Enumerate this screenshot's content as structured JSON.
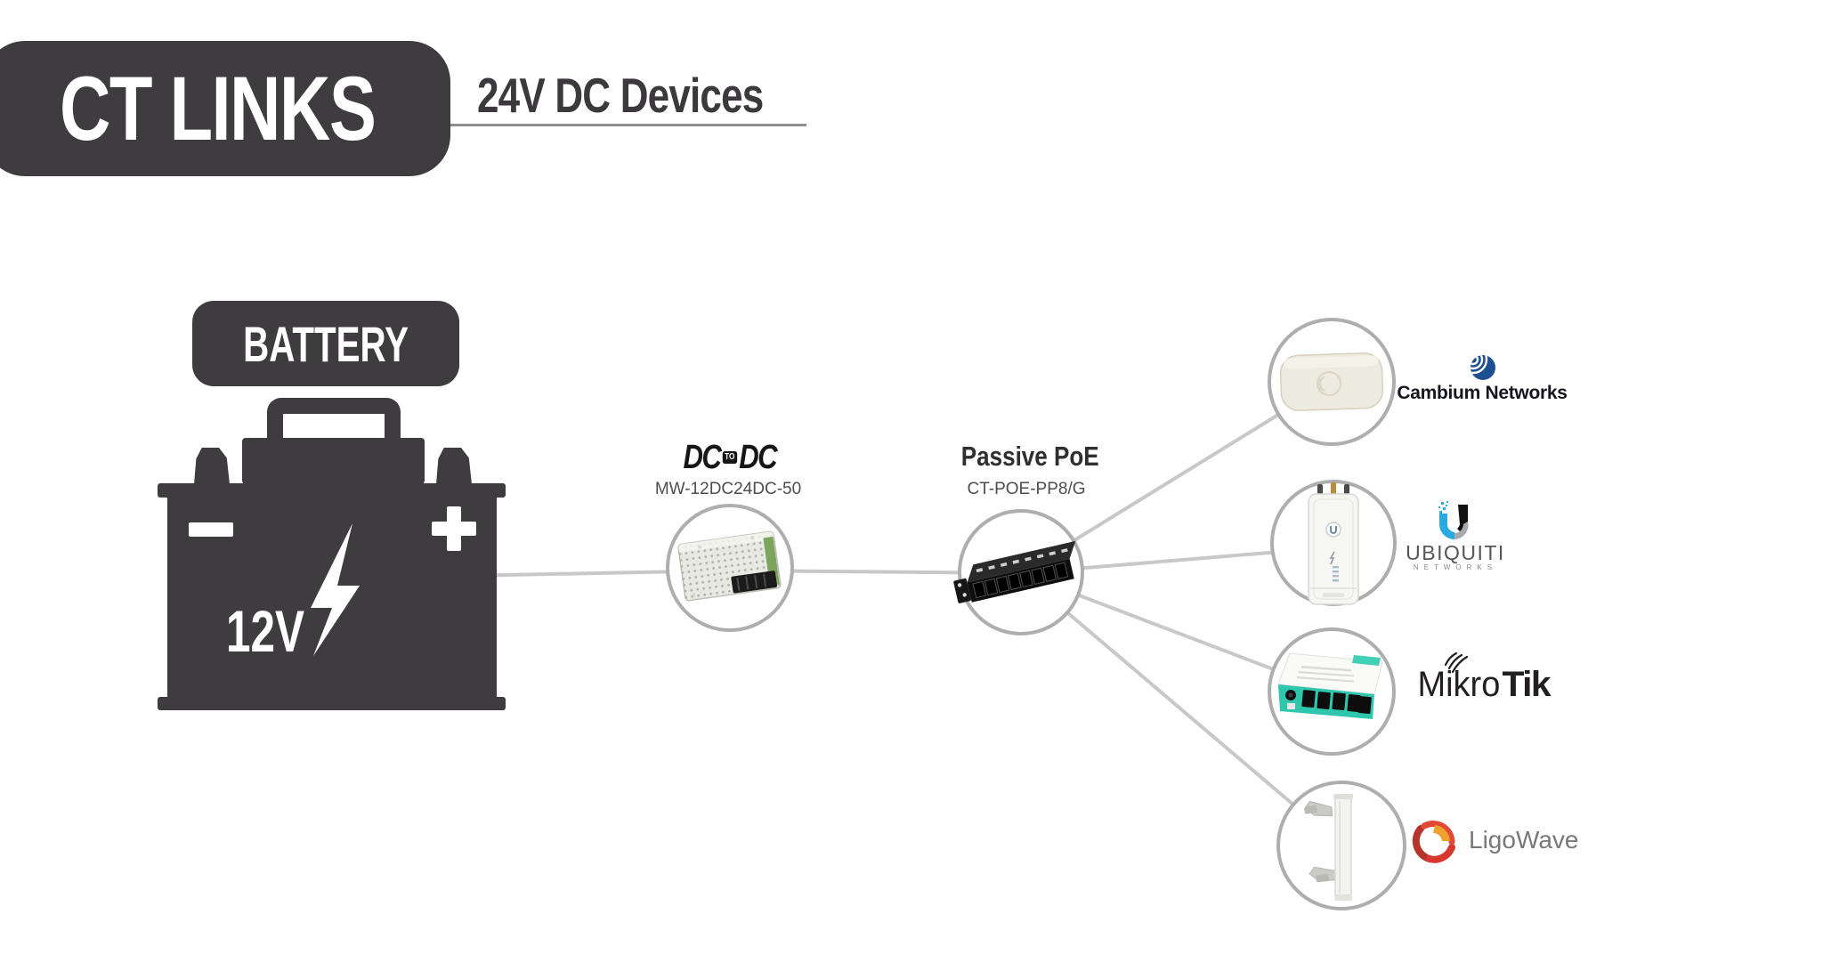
{
  "header": {
    "brand": "CT LINKS",
    "subtitle": "24V DC Devices"
  },
  "battery": {
    "label": "BATTERY",
    "voltage": "12V",
    "polarity_symbols": [
      "-",
      "+"
    ]
  },
  "converter": {
    "logo": {
      "left": "DC",
      "middle": "TO",
      "right": "DC"
    },
    "model": "MW-12DC24DC-50"
  },
  "poe_hub": {
    "title": "Passive PoE",
    "model": "CT-POE-PP8/G"
  },
  "brands": {
    "cambium": {
      "name": "Cambium Networks"
    },
    "ubiquiti": {
      "name": "UBIQUITI",
      "subname": "NETWORKS"
    },
    "mikrotik": {
      "name_light": "Mikro",
      "name_bold": "Tik"
    },
    "ligowave": {
      "name": "LigoWave"
    }
  },
  "colors": {
    "ink_dark": "#3e3c3e",
    "connector_line": "#c8c8c8",
    "circle_border": "#aeaeae",
    "cambium_navy": "#1d4f91",
    "ubiquiti_blue": "#29abe2",
    "mikrotik_black": "#231f20",
    "mikrotik_teal": "#2fc6ae",
    "ligowave_red": "#d7372f",
    "ligowave_orange": "#f0a02c"
  }
}
